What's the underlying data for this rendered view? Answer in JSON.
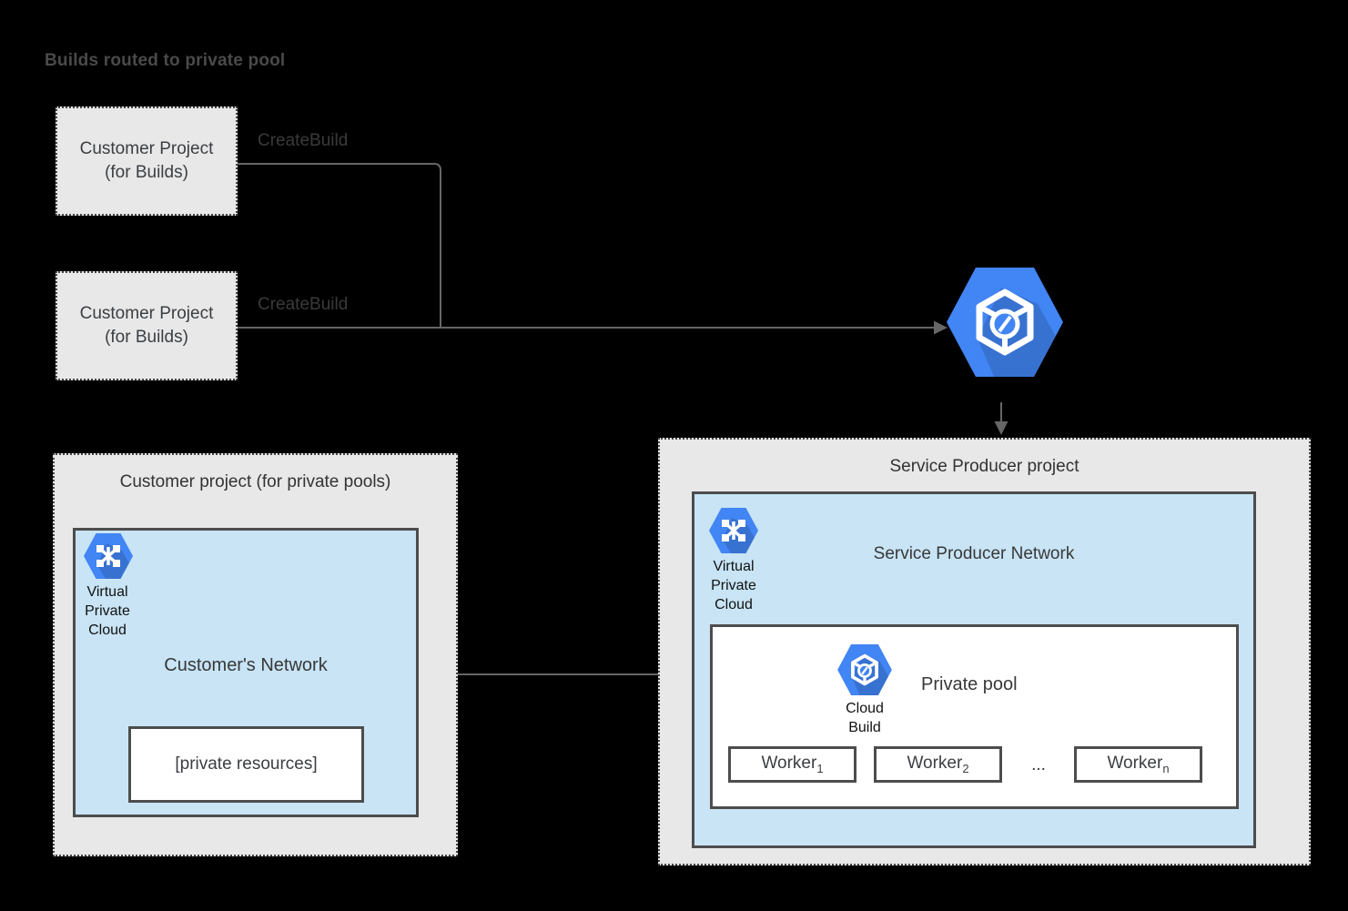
{
  "title": "Builds routed to private pool",
  "colors": {
    "background": "#000000",
    "project_box_fill": "#e8e8e8",
    "network_box_fill": "#c8e4f5",
    "inner_box_fill": "#ffffff",
    "border_dark": "#4d4d4d",
    "connector_gray": "#666666",
    "google_blue": "#4285f4",
    "icon_shadow_blue": "#3671d9"
  },
  "icons": {
    "cloud_build": "cloud-build-icon (blue hexagon with white cube glyph)",
    "virtual_private_cloud": "virtual-private-cloud-icon (blue hexagon with white network nodes glyph)"
  },
  "build_projects": [
    {
      "line1": "Customer Project",
      "line2": "(for Builds)"
    },
    {
      "line1": "Customer Project",
      "line2": "(for Builds)"
    }
  ],
  "create_build_labels": [
    "CreateBuild",
    "CreateBuild"
  ],
  "service_producer": {
    "title": "Service Producer project",
    "network_label": "Service Producer Network",
    "vpc_label": {
      "line1": "Virtual",
      "line2": "Private",
      "line3": "Cloud"
    },
    "private_pool": {
      "label": "Private pool",
      "cloud_build_label": {
        "line1": "Cloud",
        "line2": "Build"
      },
      "ellipsis": "...",
      "workers": [
        {
          "base": "Worker",
          "sub": "1"
        },
        {
          "base": "Worker",
          "sub": "2"
        },
        {
          "base": "Worker",
          "sub": "n"
        }
      ]
    }
  },
  "customer_project": {
    "title": "Customer project (for private pools)",
    "network_label": "Customer's Network",
    "vpc_label": {
      "line1": "Virtual",
      "line2": "Private",
      "line3": "Cloud"
    },
    "private_resources": "[private resources]"
  }
}
